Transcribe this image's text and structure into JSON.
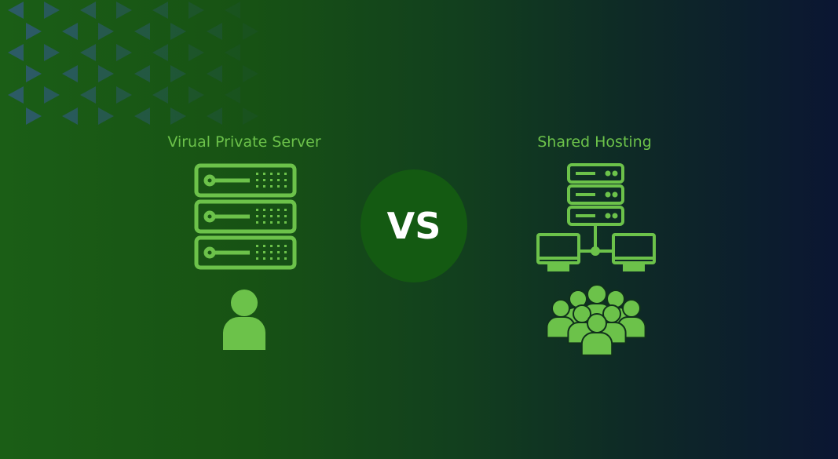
{
  "left": {
    "title": "Virual Private Server",
    "icon": "dedicated-server-single-user-icon"
  },
  "center": {
    "label": "VS"
  },
  "right": {
    "title": "Shared Hosting",
    "icon": "shared-server-multiple-users-icon"
  },
  "colors": {
    "accent": "#6cc24a",
    "vs_circle": "#145a12",
    "text_vs": "#ffffff"
  }
}
